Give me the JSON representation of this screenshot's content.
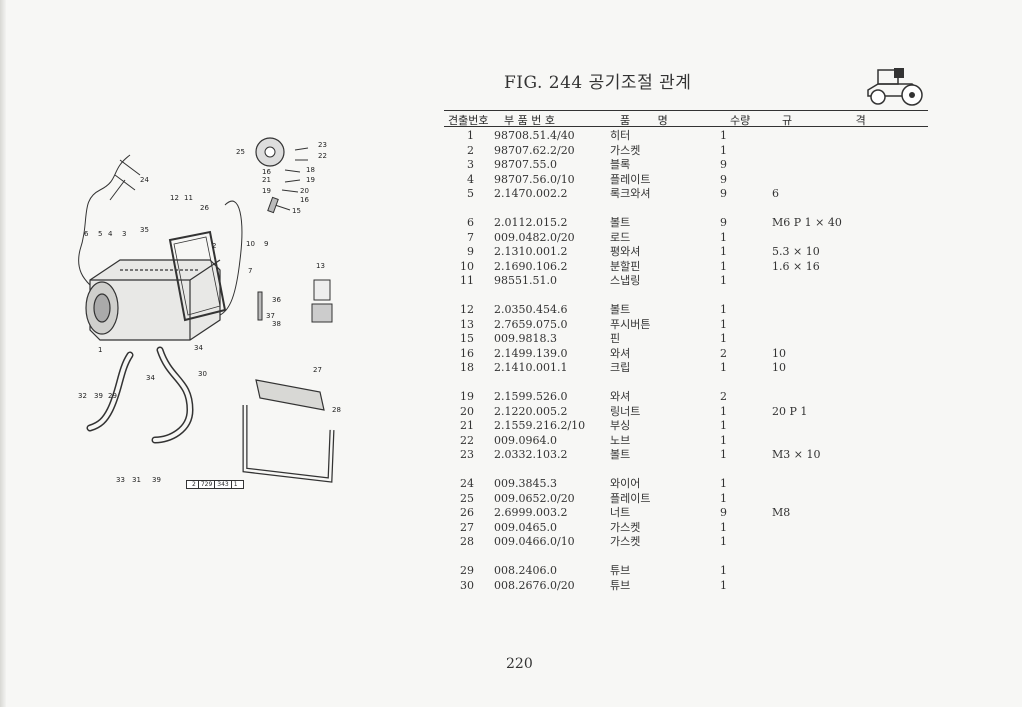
{
  "header": {
    "title": "FIG. 244 공기조절 관계"
  },
  "table": {
    "columns": [
      "견출번호",
      "부 품 번 호",
      "품 명",
      "수량",
      "규 격"
    ],
    "rows": [
      {
        "no": "1",
        "part": "98708.51.4/40",
        "name": "히터",
        "qty": "1",
        "spec": ""
      },
      {
        "no": "2",
        "part": "98707.62.2/20",
        "name": "가스켓",
        "qty": "1",
        "spec": ""
      },
      {
        "no": "3",
        "part": "98707.55.0",
        "name": "블록",
        "qty": "9",
        "spec": ""
      },
      {
        "no": "4",
        "part": "98707.56.0/10",
        "name": "플레이트",
        "qty": "9",
        "spec": ""
      },
      {
        "no": "5",
        "part": "2.1470.002.2",
        "name": "록크와셔",
        "qty": "9",
        "spec": "6"
      },
      {
        "no": "6",
        "part": "2.0112.015.2",
        "name": "볼트",
        "qty": "9",
        "spec": "M6 P 1 × 40"
      },
      {
        "no": "7",
        "part": "009.0482.0/20",
        "name": "로드",
        "qty": "1",
        "spec": ""
      },
      {
        "no": "9",
        "part": "2.1310.001.2",
        "name": "평와셔",
        "qty": "1",
        "spec": "5.3 × 10"
      },
      {
        "no": "10",
        "part": "2.1690.106.2",
        "name": "분할핀",
        "qty": "1",
        "spec": "1.6 × 16"
      },
      {
        "no": "11",
        "part": "98551.51.0",
        "name": "스냅링",
        "qty": "1",
        "spec": ""
      },
      {
        "no": "12",
        "part": "2.0350.454.6",
        "name": "볼트",
        "qty": "1",
        "spec": ""
      },
      {
        "no": "13",
        "part": "2.7659.075.0",
        "name": "푸시버튼",
        "qty": "1",
        "spec": ""
      },
      {
        "no": "15",
        "part": "009.9818.3",
        "name": "핀",
        "qty": "1",
        "spec": ""
      },
      {
        "no": "16",
        "part": "2.1499.139.0",
        "name": "와셔",
        "qty": "2",
        "spec": "10"
      },
      {
        "no": "18",
        "part": "2.1410.001.1",
        "name": "크립",
        "qty": "1",
        "spec": "10"
      },
      {
        "no": "19",
        "part": "2.1599.526.0",
        "name": "와셔",
        "qty": "2",
        "spec": ""
      },
      {
        "no": "20",
        "part": "2.1220.005.2",
        "name": "링너트",
        "qty": "1",
        "spec": "20 P 1"
      },
      {
        "no": "21",
        "part": "2.1559.216.2/10",
        "name": "부싱",
        "qty": "1",
        "spec": ""
      },
      {
        "no": "22",
        "part": "009.0964.0",
        "name": "노브",
        "qty": "1",
        "spec": ""
      },
      {
        "no": "23",
        "part": "2.0332.103.2",
        "name": "볼트",
        "qty": "1",
        "spec": "M3 × 10"
      },
      {
        "no": "24",
        "part": "009.3845.3",
        "name": "와이어",
        "qty": "1",
        "spec": ""
      },
      {
        "no": "25",
        "part": "009.0652.0/20",
        "name": "플레이트",
        "qty": "1",
        "spec": ""
      },
      {
        "no": "26",
        "part": "2.6999.003.2",
        "name": "너트",
        "qty": "9",
        "spec": "M8"
      },
      {
        "no": "27",
        "part": "009.0465.0",
        "name": "가스켓",
        "qty": "1",
        "spec": ""
      },
      {
        "no": "28",
        "part": "009.0466.0/10",
        "name": "가스켓",
        "qty": "1",
        "spec": ""
      },
      {
        "no": "29",
        "part": "008.2406.0",
        "name": "튜브",
        "qty": "1",
        "spec": ""
      },
      {
        "no": "30",
        "part": "008.2676.0/20",
        "name": "튜브",
        "qty": "1",
        "spec": ""
      }
    ]
  },
  "diagram": {
    "callouts": [
      "25",
      "23",
      "22",
      "16",
      "18",
      "21",
      "19",
      "20",
      "16",
      "15",
      "24",
      "12",
      "11",
      "26",
      "6",
      "5",
      "4",
      "3",
      "35",
      "2",
      "10",
      "9",
      "7",
      "13",
      "36",
      "37",
      "38",
      "1",
      "34",
      "34",
      "30",
      "27",
      "28",
      "32",
      "39",
      "29",
      "33",
      "31",
      "39"
    ],
    "figure_ref": [
      "2",
      "729",
      "343",
      "1"
    ]
  },
  "footer": {
    "page_number": "220"
  }
}
